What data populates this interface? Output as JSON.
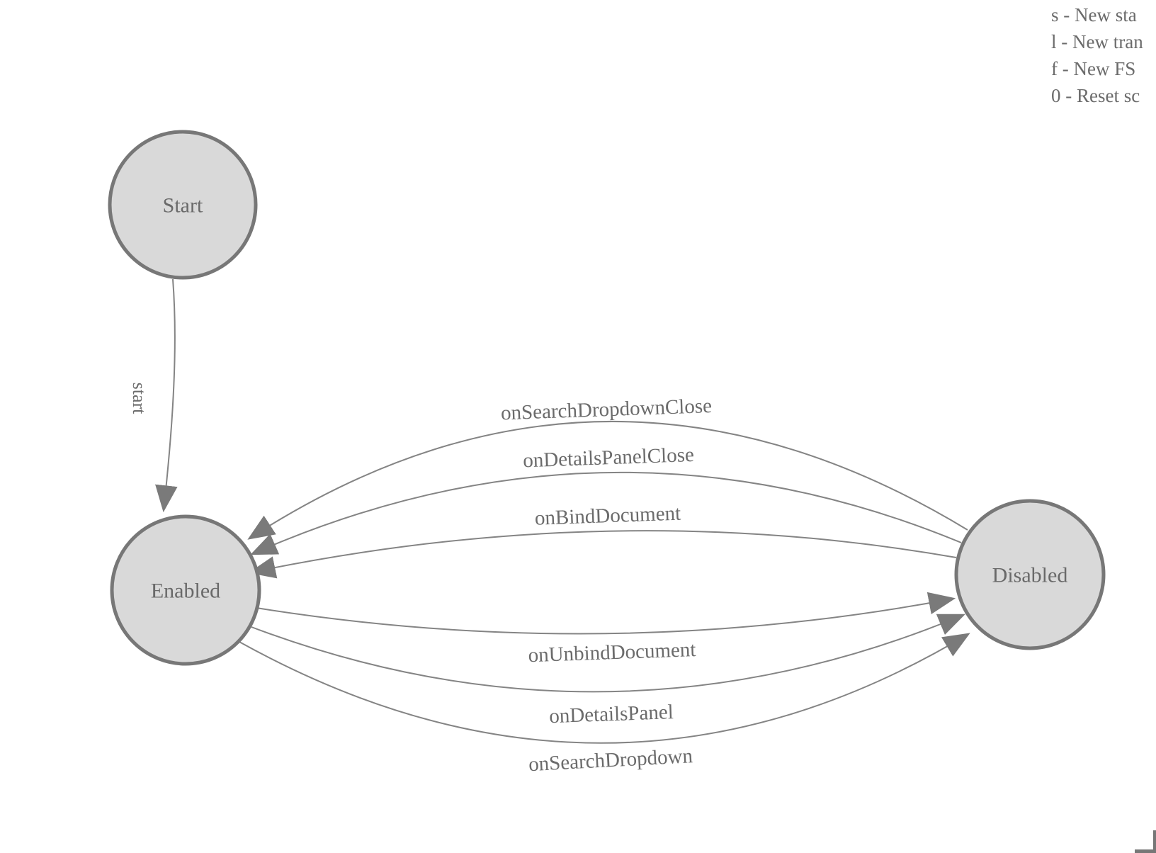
{
  "diagram": {
    "nodes": [
      {
        "id": "start",
        "label": "Start"
      },
      {
        "id": "enabled",
        "label": "Enabled"
      },
      {
        "id": "disabled",
        "label": "Disabled"
      }
    ],
    "edges": [
      {
        "label": "start",
        "from": "Start",
        "to": "Enabled"
      },
      {
        "label": "onSearchDropdownClose",
        "from": "Disabled",
        "to": "Enabled"
      },
      {
        "label": "onDetailsPanelClose",
        "from": "Disabled",
        "to": "Enabled"
      },
      {
        "label": "onBindDocument",
        "from": "Disabled",
        "to": "Enabled"
      },
      {
        "label": "onUnbindDocument",
        "from": "Enabled",
        "to": "Disabled"
      },
      {
        "label": "onDetailsPanel",
        "from": "Enabled",
        "to": "Disabled"
      },
      {
        "label": "onSearchDropdown",
        "from": "Enabled",
        "to": "Disabled"
      }
    ]
  },
  "legend": {
    "lines": [
      "s - New sta",
      "l - New tran",
      "f - New FS",
      "0 - Reset sc"
    ]
  },
  "colors": {
    "node_fill": "#d9d9d9",
    "node_stroke": "#777777",
    "edge_stroke": "#848484",
    "arrow_fill": "#7a7a7a",
    "text": "#6b6b6b",
    "background": "#ffffff"
  }
}
